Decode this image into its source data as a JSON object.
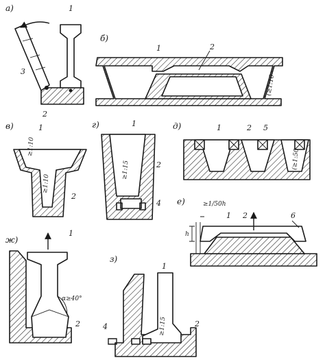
{
  "colors": {
    "ink": "#1a1a1a",
    "paper": "#ffffff"
  },
  "panels": {
    "a": {
      "label": "а)",
      "n1": "1",
      "n2": "2",
      "n3": "3"
    },
    "b": {
      "label": "б)",
      "n1": "1",
      "n2": "2",
      "slope": "(≥1:10"
    },
    "v": {
      "label": "в)",
      "n1": "1",
      "n2": "2",
      "slope_top": "≥1:10",
      "slope_inner": "≥1:10"
    },
    "g": {
      "label": "г)",
      "n1": "1",
      "n2": "2",
      "n4": "4",
      "slope": "≥1:15"
    },
    "d": {
      "label": "д)",
      "n1": "1",
      "n2": "2",
      "n5": "5",
      "slope": "(≥1:50"
    },
    "e": {
      "label": "е)",
      "n1": "1",
      "n2": "2",
      "n6": "6",
      "dim": "≥1/50h",
      "h": "h"
    },
    "zh": {
      "label": "ж)",
      "n1": "1",
      "n2": "2",
      "angle": "α≥40°"
    },
    "z": {
      "label": "з)",
      "n1": "1",
      "n2": "2",
      "n4": "4",
      "slope": "≥1:15"
    }
  }
}
